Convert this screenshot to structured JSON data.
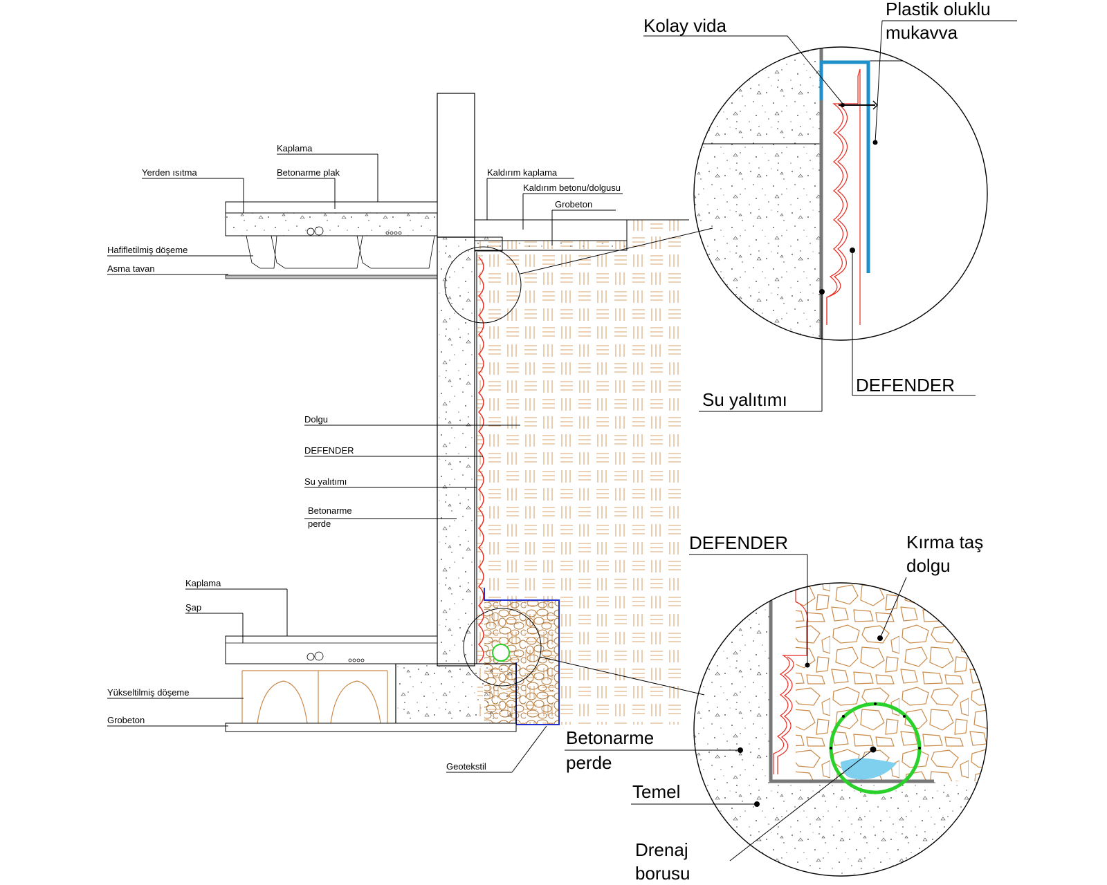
{
  "main_labels": {
    "kaplama_top": "Kaplama",
    "yerden_isitma": "Yerden ısıtma",
    "betonarme_plak": "Betonarme plak",
    "hafifletilmis_doseme": "Hafifletilmiş döşeme",
    "asma_tavan": "Asma tavan",
    "kaldirim_kaplama": "Kaldırım kaplama",
    "kaldirim_betonu": "Kaldırım betonu/dolgusu",
    "grobeton_top": "Grobeton",
    "dolgu": "Dolgu",
    "defender": "DEFENDER",
    "su_yalitimi": "Su yalıtımı",
    "betonarme_perde_1": "Betonarme",
    "betonarme_perde_2": "perde",
    "kaplama_bottom": "Kaplama",
    "sap": "Şap",
    "yukseltilmis_doseme": "Yükseltilmiş döşeme",
    "grobeton_bottom": "Grobeton",
    "geotekstil": "Geotekstil"
  },
  "detail_top": {
    "kolay_vida": "Kolay vida",
    "plastik_1": "Plastik oluklu",
    "plastik_2": "mukavva",
    "su_yalitimi": "Su yalıtımı",
    "defender": "DEFENDER"
  },
  "detail_bottom": {
    "defender": "DEFENDER",
    "kirma_1": "Kırma taş",
    "kirma_2": "dolgu",
    "betonarme_1": "Betonarme",
    "betonarme_2": "perde",
    "temel": "Temel",
    "drenaj_1": "Drenaj",
    "drenaj_2": "borusu"
  },
  "colors": {
    "defender_red": "#e8281e",
    "backfill_tan": "#d9a36a",
    "gravel_brown": "#b47a3c",
    "geotextile_blue": "#1f2fd0",
    "cardboard_blue": "#1e8fc8",
    "pipe_green": "#2ad12a",
    "water_blue": "#7fd0ee",
    "waterproof_gray": "#777777"
  }
}
